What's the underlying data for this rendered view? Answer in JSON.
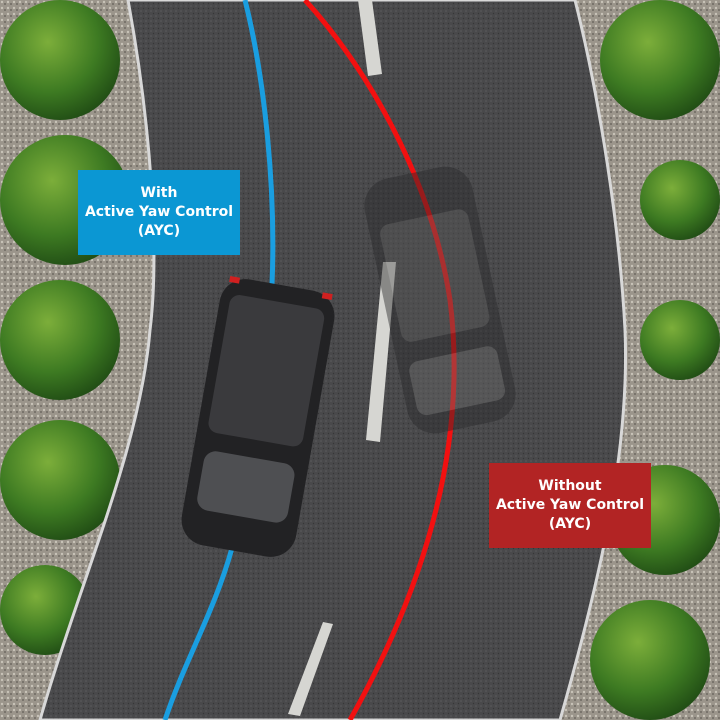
{
  "labels": {
    "with": {
      "line1": "With",
      "line2": "Active Yaw Control",
      "line3": "(AYC)",
      "color": "#0b97d3"
    },
    "without": {
      "line1": "Without",
      "line2": "Active Yaw Control",
      "line3": "(AYC)",
      "color": "#b22424"
    }
  },
  "colors": {
    "blue_path": "#1a9ee0",
    "red_path": "#f21010",
    "road": "#4a4a4c",
    "gravel": "#9a948a",
    "trees": "#3f7a25"
  }
}
